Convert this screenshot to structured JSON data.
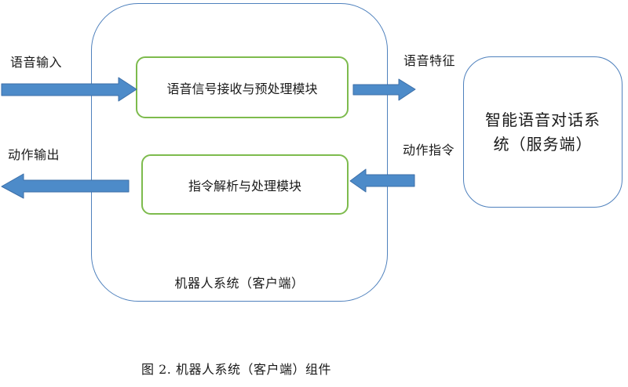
{
  "diagram": {
    "caption": "图 2. 机器人系统（客户端）组件",
    "client_box": {
      "label": "机器人系统（客户端）",
      "modules": [
        {
          "id": "speech-signal-preprocess",
          "label": "语音信号接收与预处理模块"
        },
        {
          "id": "command-parse-process",
          "label": "指令解析与处理模块"
        }
      ]
    },
    "server_box": {
      "label": "智能语音对话系统（服务端）"
    },
    "flow_labels": {
      "speech_input": "语音输入",
      "action_output": "动作输出",
      "speech_features": "语音特征",
      "action_command": "动作指令"
    },
    "arrows": [
      {
        "name": "speech-input-arrow",
        "direction": "right",
        "from": "语音输入",
        "to": "语音信号接收与预处理模块"
      },
      {
        "name": "speech-features-arrow",
        "direction": "right",
        "from": "语音信号接收与预处理模块",
        "to": "智能语音对话系统（服务端）"
      },
      {
        "name": "action-command-arrow",
        "direction": "left",
        "from": "智能语音对话系统（服务端）",
        "to": "指令解析与处理模块"
      },
      {
        "name": "action-output-arrow",
        "direction": "left",
        "from": "指令解析与处理模块",
        "to": "动作输出"
      }
    ],
    "colors": {
      "container_border": "#4F81BD",
      "module_border": "#7DBB4D",
      "arrow_fill": "#4D8BC9",
      "arrow_stroke": "#3D6FA8",
      "text": "#1A1A1A",
      "background": "#FFFFFF"
    }
  }
}
